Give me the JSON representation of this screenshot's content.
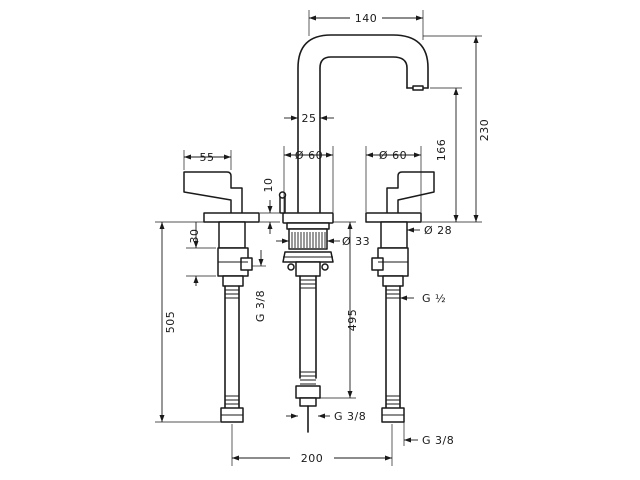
{
  "dimensions": {
    "spout_reach": "140",
    "spout_height_total": "230",
    "spout_height": "166",
    "spout_width": "25",
    "spout_base_diameter": "Ø 60",
    "handle_length": "55",
    "handle_base_diameter": "Ø 60",
    "base_plate_height": "10",
    "base_thickness": "30",
    "mounting_hole_left": "Ø 33",
    "mounting_hole_right": "Ø 28",
    "hose_length_left": "505",
    "hose_length_center": "495",
    "thread_left": "G 3/8",
    "thread_right_valve": "G ½",
    "thread_center_bottom": "G 3/8",
    "thread_right_bottom": "G 3/8",
    "center_spacing": "200"
  },
  "colors": {
    "line": "#1a1a1a",
    "background": "#ffffff"
  }
}
